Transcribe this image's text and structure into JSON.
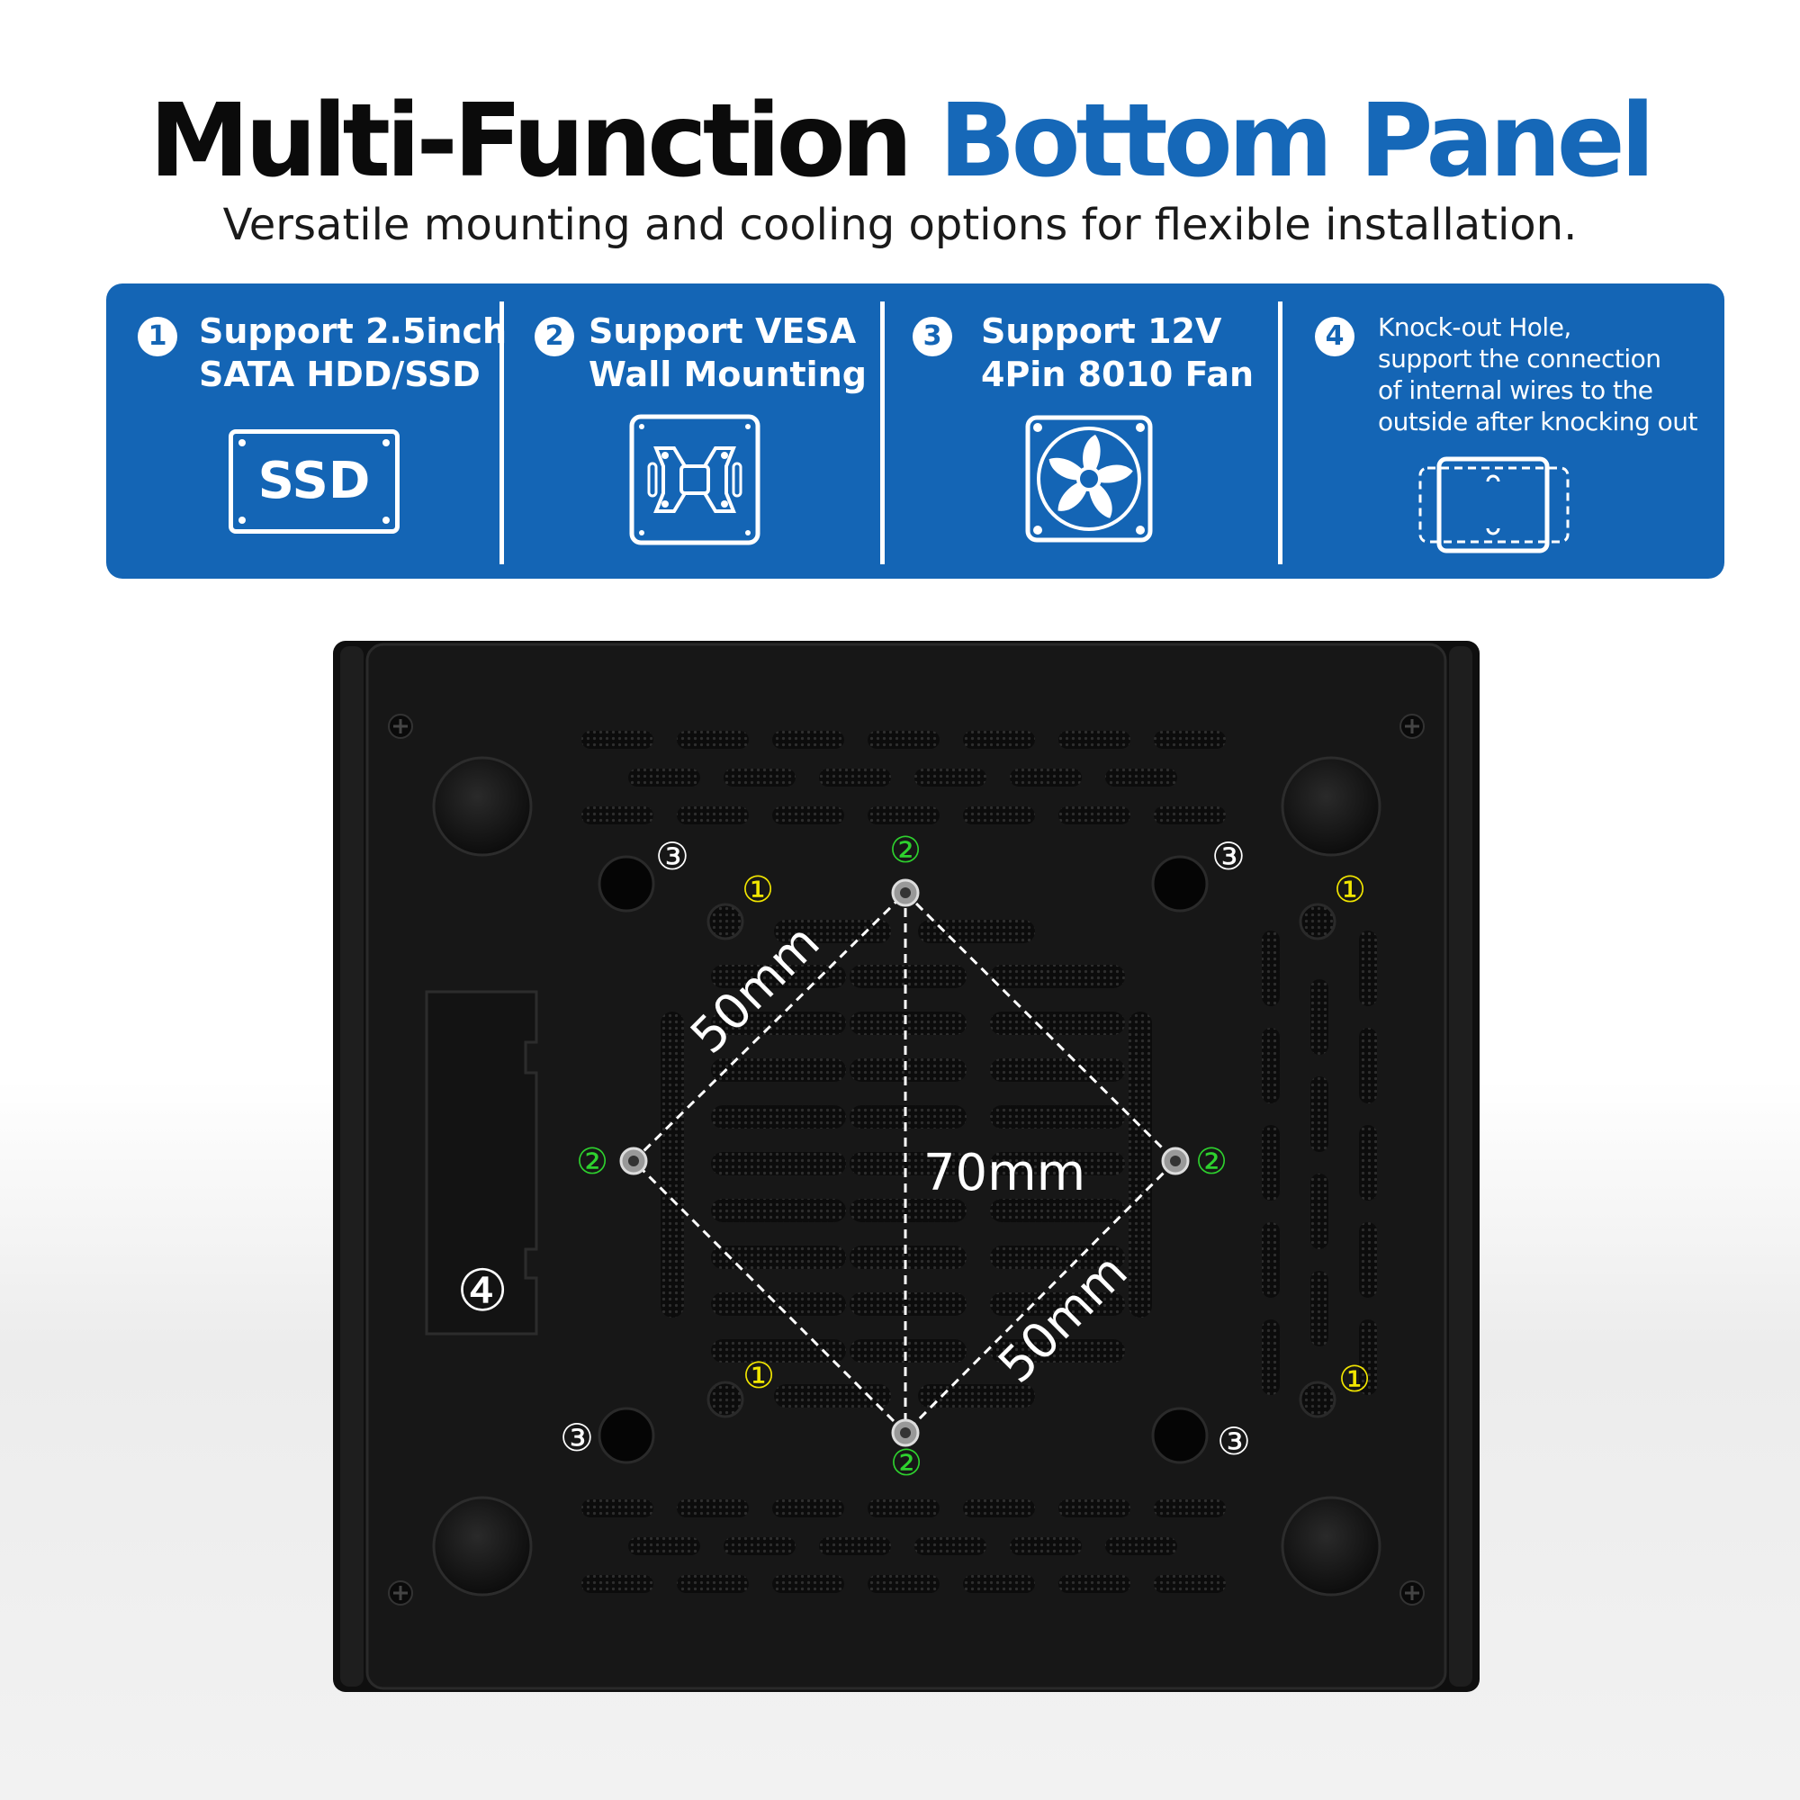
{
  "header": {
    "title_part1": "Multi-Function",
    "title_part2": "Bottom Panel",
    "subtitle": "Versatile mounting and cooling options for flexible installation."
  },
  "features": [
    {
      "number": "1",
      "line1": "Support 2.5inch",
      "line2": "SATA HDD/SSD",
      "icon": "ssd-icon",
      "icon_label": "SSD"
    },
    {
      "number": "2",
      "line1": "Support VESA",
      "line2": "Wall Mounting",
      "icon": "vesa-mount-icon"
    },
    {
      "number": "3",
      "line1": "Support 12V",
      "line2": "4Pin 8010 Fan",
      "icon": "fan-icon"
    },
    {
      "number": "4",
      "line1": "Knock-out Hole,",
      "line2": "support the connection",
      "line3": "of internal wires to the",
      "line4": "outside after knocking out",
      "icon": "knockout-hole-icon"
    }
  ],
  "device": {
    "labels": {
      "vesa_diagonal_top": "50mm",
      "vesa_diagonal_bottom": "50mm",
      "vesa_vertical": "70mm"
    },
    "markers": {
      "ssd": "①",
      "vesa": "②",
      "fan": "③",
      "knockout": "④"
    }
  },
  "colors": {
    "accent": "#1668b8",
    "banner": "#1465b5",
    "marker_ssd": "#f2e600",
    "marker_vesa": "#2ed12e",
    "marker_fan": "#ffffff",
    "device_body": "#141414"
  }
}
